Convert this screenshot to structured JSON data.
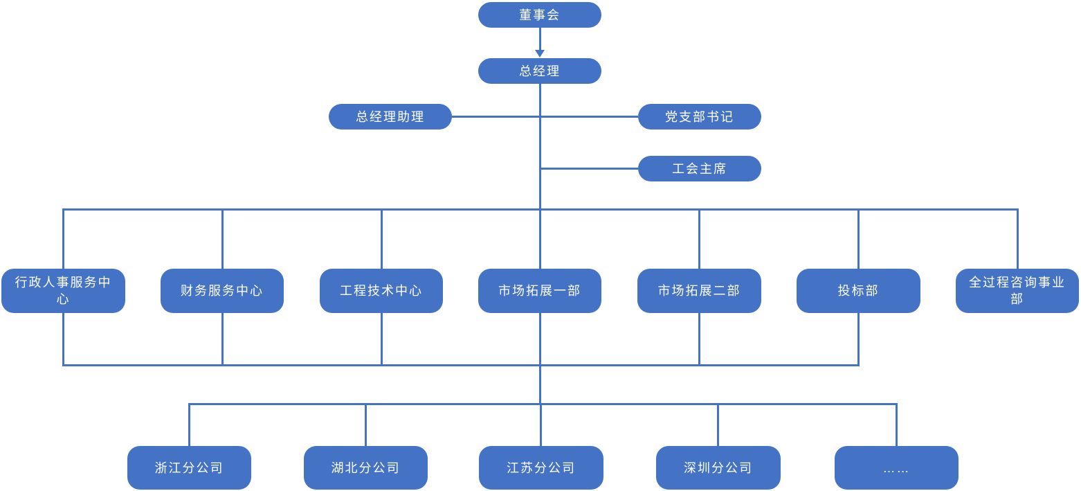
{
  "org_chart": {
    "top": {
      "board": "董事会",
      "general_manager": "总经理"
    },
    "staff": {
      "gm_assistant": "总经理助理",
      "party_branch_secretary": "党支部书记",
      "union_chairman": "工会主席"
    },
    "departments": [
      {
        "label": "行政人事服务中心"
      },
      {
        "label": "财务服务中心"
      },
      {
        "label": "工程技术中心"
      },
      {
        "label": "市场拓展一部"
      },
      {
        "label": "市场拓展二部"
      },
      {
        "label": "投标部"
      },
      {
        "label": "全过程咨询事业部"
      }
    ],
    "branches": [
      {
        "label": "浙江分公司"
      },
      {
        "label": "湖北分公司"
      },
      {
        "label": "江苏分公司"
      },
      {
        "label": "深圳分公司"
      },
      {
        "label": "……"
      }
    ],
    "colors": {
      "node_fill": "#4472C4",
      "connector": "#4473C5",
      "text": "#FFFFFF"
    }
  }
}
